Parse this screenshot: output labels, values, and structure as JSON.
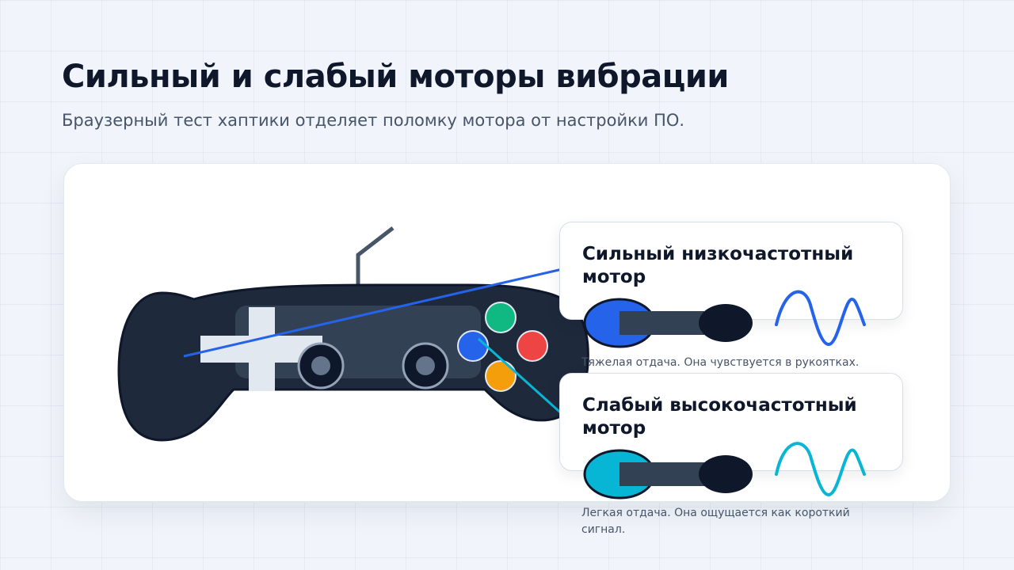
{
  "header": {
    "title": "Сильный и слабый моторы вибрации",
    "subtitle": "Браузерный тест хаптики отделяет поломку мотора от настройки ПО."
  },
  "motors": [
    {
      "title": "Сильный низкочастотный мотор",
      "caption": "Тяжелая отдача. Она чувствуется в рукоятках.",
      "color": "#2563eb",
      "icon": "low-frequency-motor-icon"
    },
    {
      "title": "Слабый высокочастотный мотор",
      "caption": "Легкая отдача. Она ощущается как короткий сигнал.",
      "color": "#06b6d4",
      "icon": "high-frequency-motor-icon"
    }
  ],
  "colors": {
    "controller_body": "#1e293b",
    "button_green": "#10b981",
    "button_red": "#ef4444",
    "button_blue": "#2563eb",
    "button_orange": "#f59e0b"
  }
}
